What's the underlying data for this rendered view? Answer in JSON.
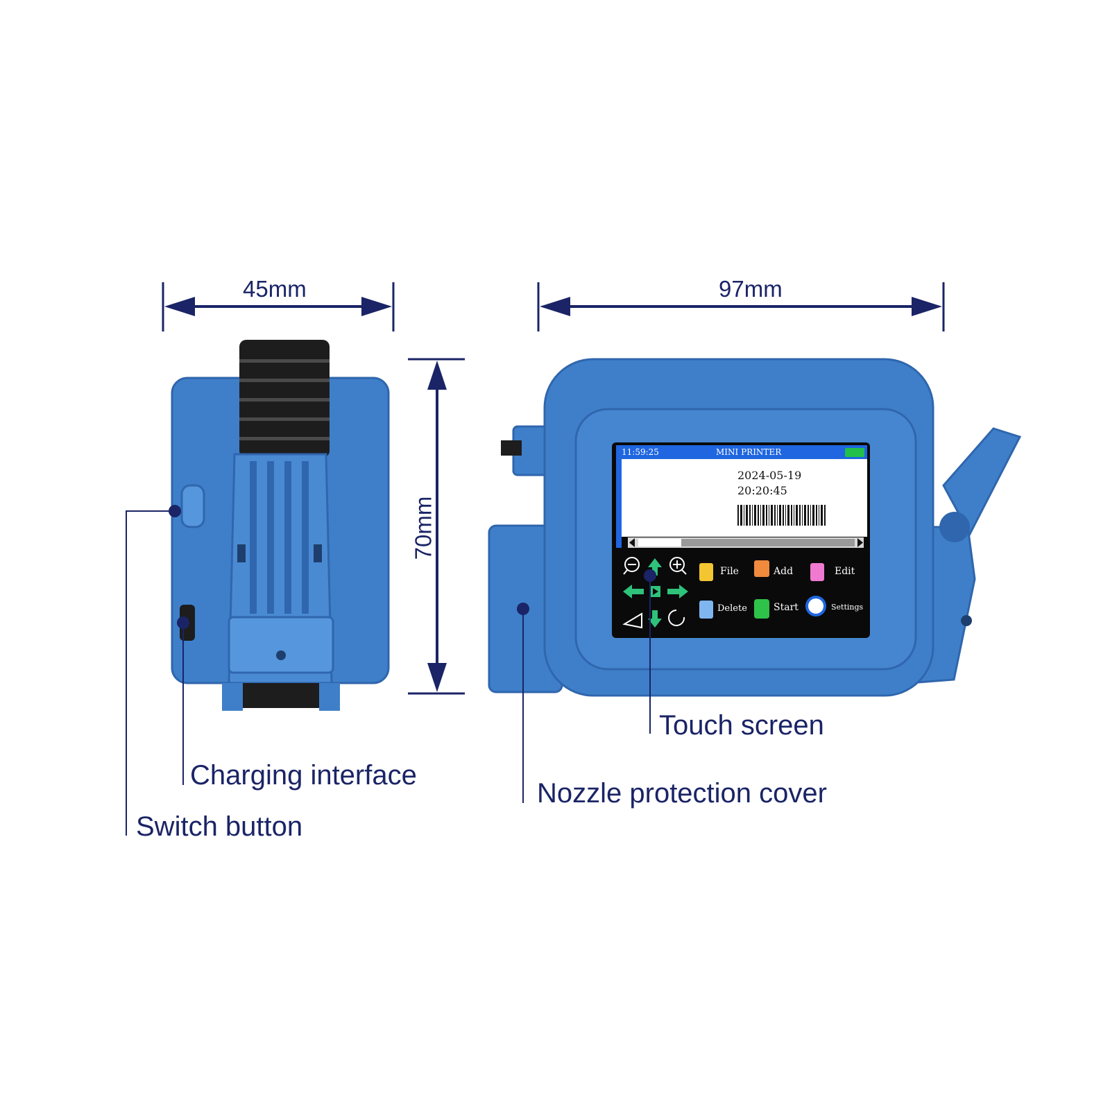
{
  "dimensions": {
    "width_side": "45mm",
    "width_front": "97mm",
    "height": "70mm"
  },
  "callouts": {
    "switch_button": "Switch button",
    "charging_interface": "Charging interface",
    "nozzle_cover": "Nozzle protection cover",
    "touch_screen": "Touch screen"
  },
  "screen": {
    "clock": "11:59:25",
    "title": "MINI PRINTER",
    "date": "2024-05-19",
    "time": "20:20:45",
    "menu": {
      "file": "File",
      "add": "Add",
      "edit": "Edit",
      "delete": "Delete",
      "start": "Start",
      "settings": "Settings"
    }
  },
  "colors": {
    "annotation": "#1a2466",
    "device_body": "#3f7fc9",
    "device_dark": "#2f66ad",
    "screen_header": "#1f66e0",
    "battery": "#22c04a",
    "arrow_green": "#2ec27a"
  }
}
